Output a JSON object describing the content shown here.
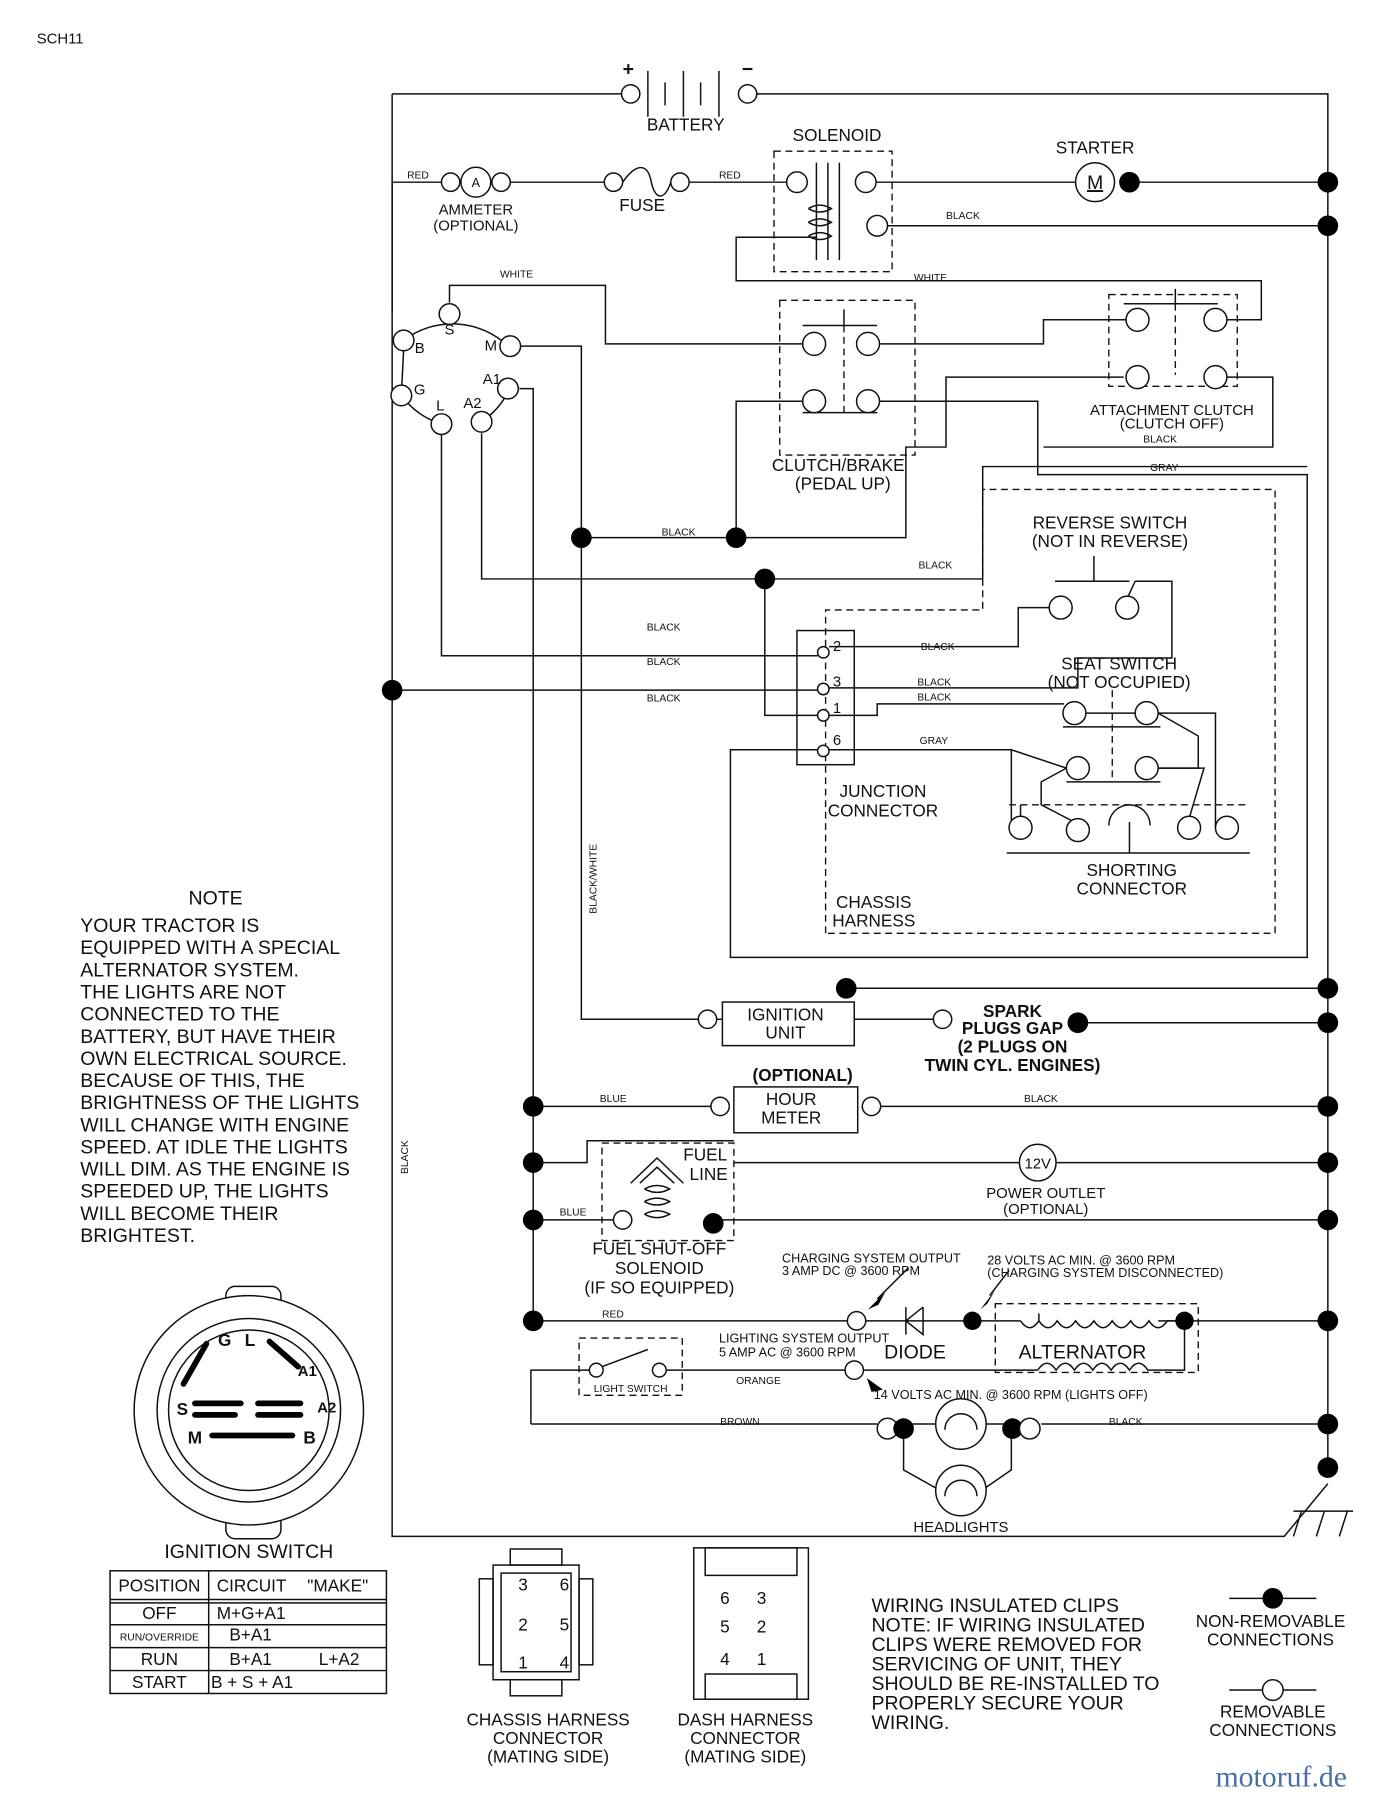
{
  "page_id": "SCH11",
  "components": {
    "battery": "BATTERY",
    "battery_plus": "+",
    "battery_minus": "−",
    "solenoid": "SOLENOID",
    "starter": "STARTER",
    "starter_symbol": "M",
    "ammeter_symbol": "A",
    "ammeter": [
      "AMMETER",
      "(OPTIONAL)"
    ],
    "fuse": "FUSE",
    "ignition_terminals": {
      "S": "S",
      "B": "B",
      "M": "M",
      "A1": "A1",
      "G": "G",
      "L": "L",
      "A2": "A2"
    },
    "clutch_brake": [
      "CLUTCH/BRAKE",
      "(PEDAL UP)"
    ],
    "attachment_clutch": [
      "ATTACHMENT CLUTCH",
      "(CLUTCH OFF)"
    ],
    "reverse_switch": [
      "REVERSE SWITCH",
      "(NOT IN REVERSE)"
    ],
    "seat_switch": [
      "SEAT SWITCH",
      "(NOT OCCUPIED)"
    ],
    "junction_connector": [
      "JUNCTION",
      "CONNECTOR"
    ],
    "junction_pins": [
      "2",
      "3",
      "1",
      "6"
    ],
    "shorting_connector": [
      "SHORTING",
      "CONNECTOR"
    ],
    "chassis_harness": [
      "CHASSIS",
      "HARNESS"
    ],
    "ignition_unit": [
      "IGNITION",
      "UNIT"
    ],
    "spark_plugs": [
      "SPARK",
      "PLUGS GAP",
      "(2 PLUGS ON",
      "TWIN CYL. ENGINES)"
    ],
    "hour_meter_optional": "(OPTIONAL)",
    "hour_meter": [
      "HOUR",
      "METER"
    ],
    "fuel_line": [
      "FUEL",
      "LINE"
    ],
    "fuel_solenoid": [
      "FUEL SHUT-OFF",
      "SOLENOID",
      "(IF SO EQUIPPED)"
    ],
    "power_outlet_symbol": "12V",
    "power_outlet": [
      "POWER OUTLET",
      "(OPTIONAL)"
    ],
    "charging_output": [
      "CHARGING SYSTEM OUTPUT",
      "3 AMP DC @ 3600 RPM"
    ],
    "charging_volts": [
      "28 VOLTS AC MIN. @ 3600 RPM",
      "(CHARGING SYSTEM DISCONNECTED)"
    ],
    "diode": "DIODE",
    "alternator": "ALTERNATOR",
    "lighting_output": [
      "LIGHTING SYSTEM OUTPUT",
      "5 AMP AC @ 3600 RPM"
    ],
    "lighting_volts": "14 VOLTS AC MIN. @ 3600 RPM (LIGHTS OFF)",
    "light_switch": "LIGHT SWITCH",
    "headlights": "HEADLIGHTS"
  },
  "wire_colors": {
    "red1": "RED",
    "red2": "RED",
    "black_starter": "BLACK",
    "white1": "WHITE",
    "white2": "WHITE",
    "black_clutch": "BLACK",
    "gray_clutch": "GRAY",
    "black_row1": "BLACK",
    "black_row2": "BLACK",
    "black_j_a": "BLACK",
    "black_j_b": "BLACK",
    "black_j_c": "BLACK",
    "black_r2": "BLACK",
    "black_r3": "BLACK",
    "black_r1": "BLACK",
    "gray_r6": "GRAY",
    "black_white": "BLACK/WHITE",
    "black_left": "BLACK",
    "blue1": "BLUE",
    "black_hour": "BLACK",
    "blue2": "BLUE",
    "red3": "RED",
    "orange": "ORANGE",
    "brown": "BROWN",
    "black_head": "BLACK"
  },
  "note": {
    "title": "NOTE",
    "lines": [
      "YOUR TRACTOR IS",
      "EQUIPPED WITH A SPECIAL",
      "ALTERNATOR SYSTEM.",
      "THE LIGHTS ARE NOT",
      "CONNECTED TO THE",
      "BATTERY, BUT HAVE THEIR",
      "OWN ELECTRICAL SOURCE.",
      "BECAUSE OF THIS, THE",
      "BRIGHTNESS OF THE LIGHTS",
      "WILL CHANGE WITH ENGINE",
      "SPEED.  AT IDLE THE LIGHTS",
      "WILL DIM.  AS THE ENGINE IS",
      "SPEEDED UP, THE LIGHTS",
      "WILL BECOME THEIR",
      "BRIGHTEST."
    ]
  },
  "ignition_switch": {
    "title": "IGNITION SWITCH",
    "face_labels": {
      "G": "G",
      "L": "L",
      "A1": "A1",
      "S": "S",
      "A2": "A2",
      "M": "M",
      "B": "B"
    },
    "table": {
      "headers": [
        "POSITION",
        "CIRCUIT",
        "\"MAKE\""
      ],
      "rows": [
        {
          "position": "OFF",
          "circuit": "M+G+A1",
          "extra": ""
        },
        {
          "position": "RUN/OVERRIDE",
          "circuit": "B+A1",
          "extra": ""
        },
        {
          "position": "RUN",
          "circuit": "B+A1",
          "extra": "L+A2"
        },
        {
          "position": "START",
          "circuit": "B + S + A1",
          "extra": ""
        }
      ]
    }
  },
  "connectors": {
    "chassis": {
      "pins": [
        "3",
        "6",
        "2",
        "5",
        "1",
        "4"
      ],
      "label": [
        "CHASSIS HARNESS",
        "CONNECTOR",
        "(MATING SIDE)"
      ]
    },
    "dash": {
      "pins": [
        "6",
        "3",
        "5",
        "2",
        "4",
        "1"
      ],
      "label": [
        "DASH HARNESS",
        "CONNECTOR",
        "(MATING SIDE)"
      ]
    }
  },
  "clips_note": [
    "WIRING INSULATED CLIPS",
    "NOTE: IF WIRING INSULATED",
    "CLIPS WERE REMOVED FOR",
    "SERVICING OF UNIT, THEY",
    "SHOULD BE RE-INSTALLED TO",
    "PROPERLY SECURE YOUR",
    "WIRING."
  ],
  "legend": {
    "non_removable": [
      "NON-REMOVABLE",
      "CONNECTIONS"
    ],
    "removable": [
      "REMOVABLE",
      "CONNECTIONS"
    ]
  },
  "watermark": "motoruf.de"
}
